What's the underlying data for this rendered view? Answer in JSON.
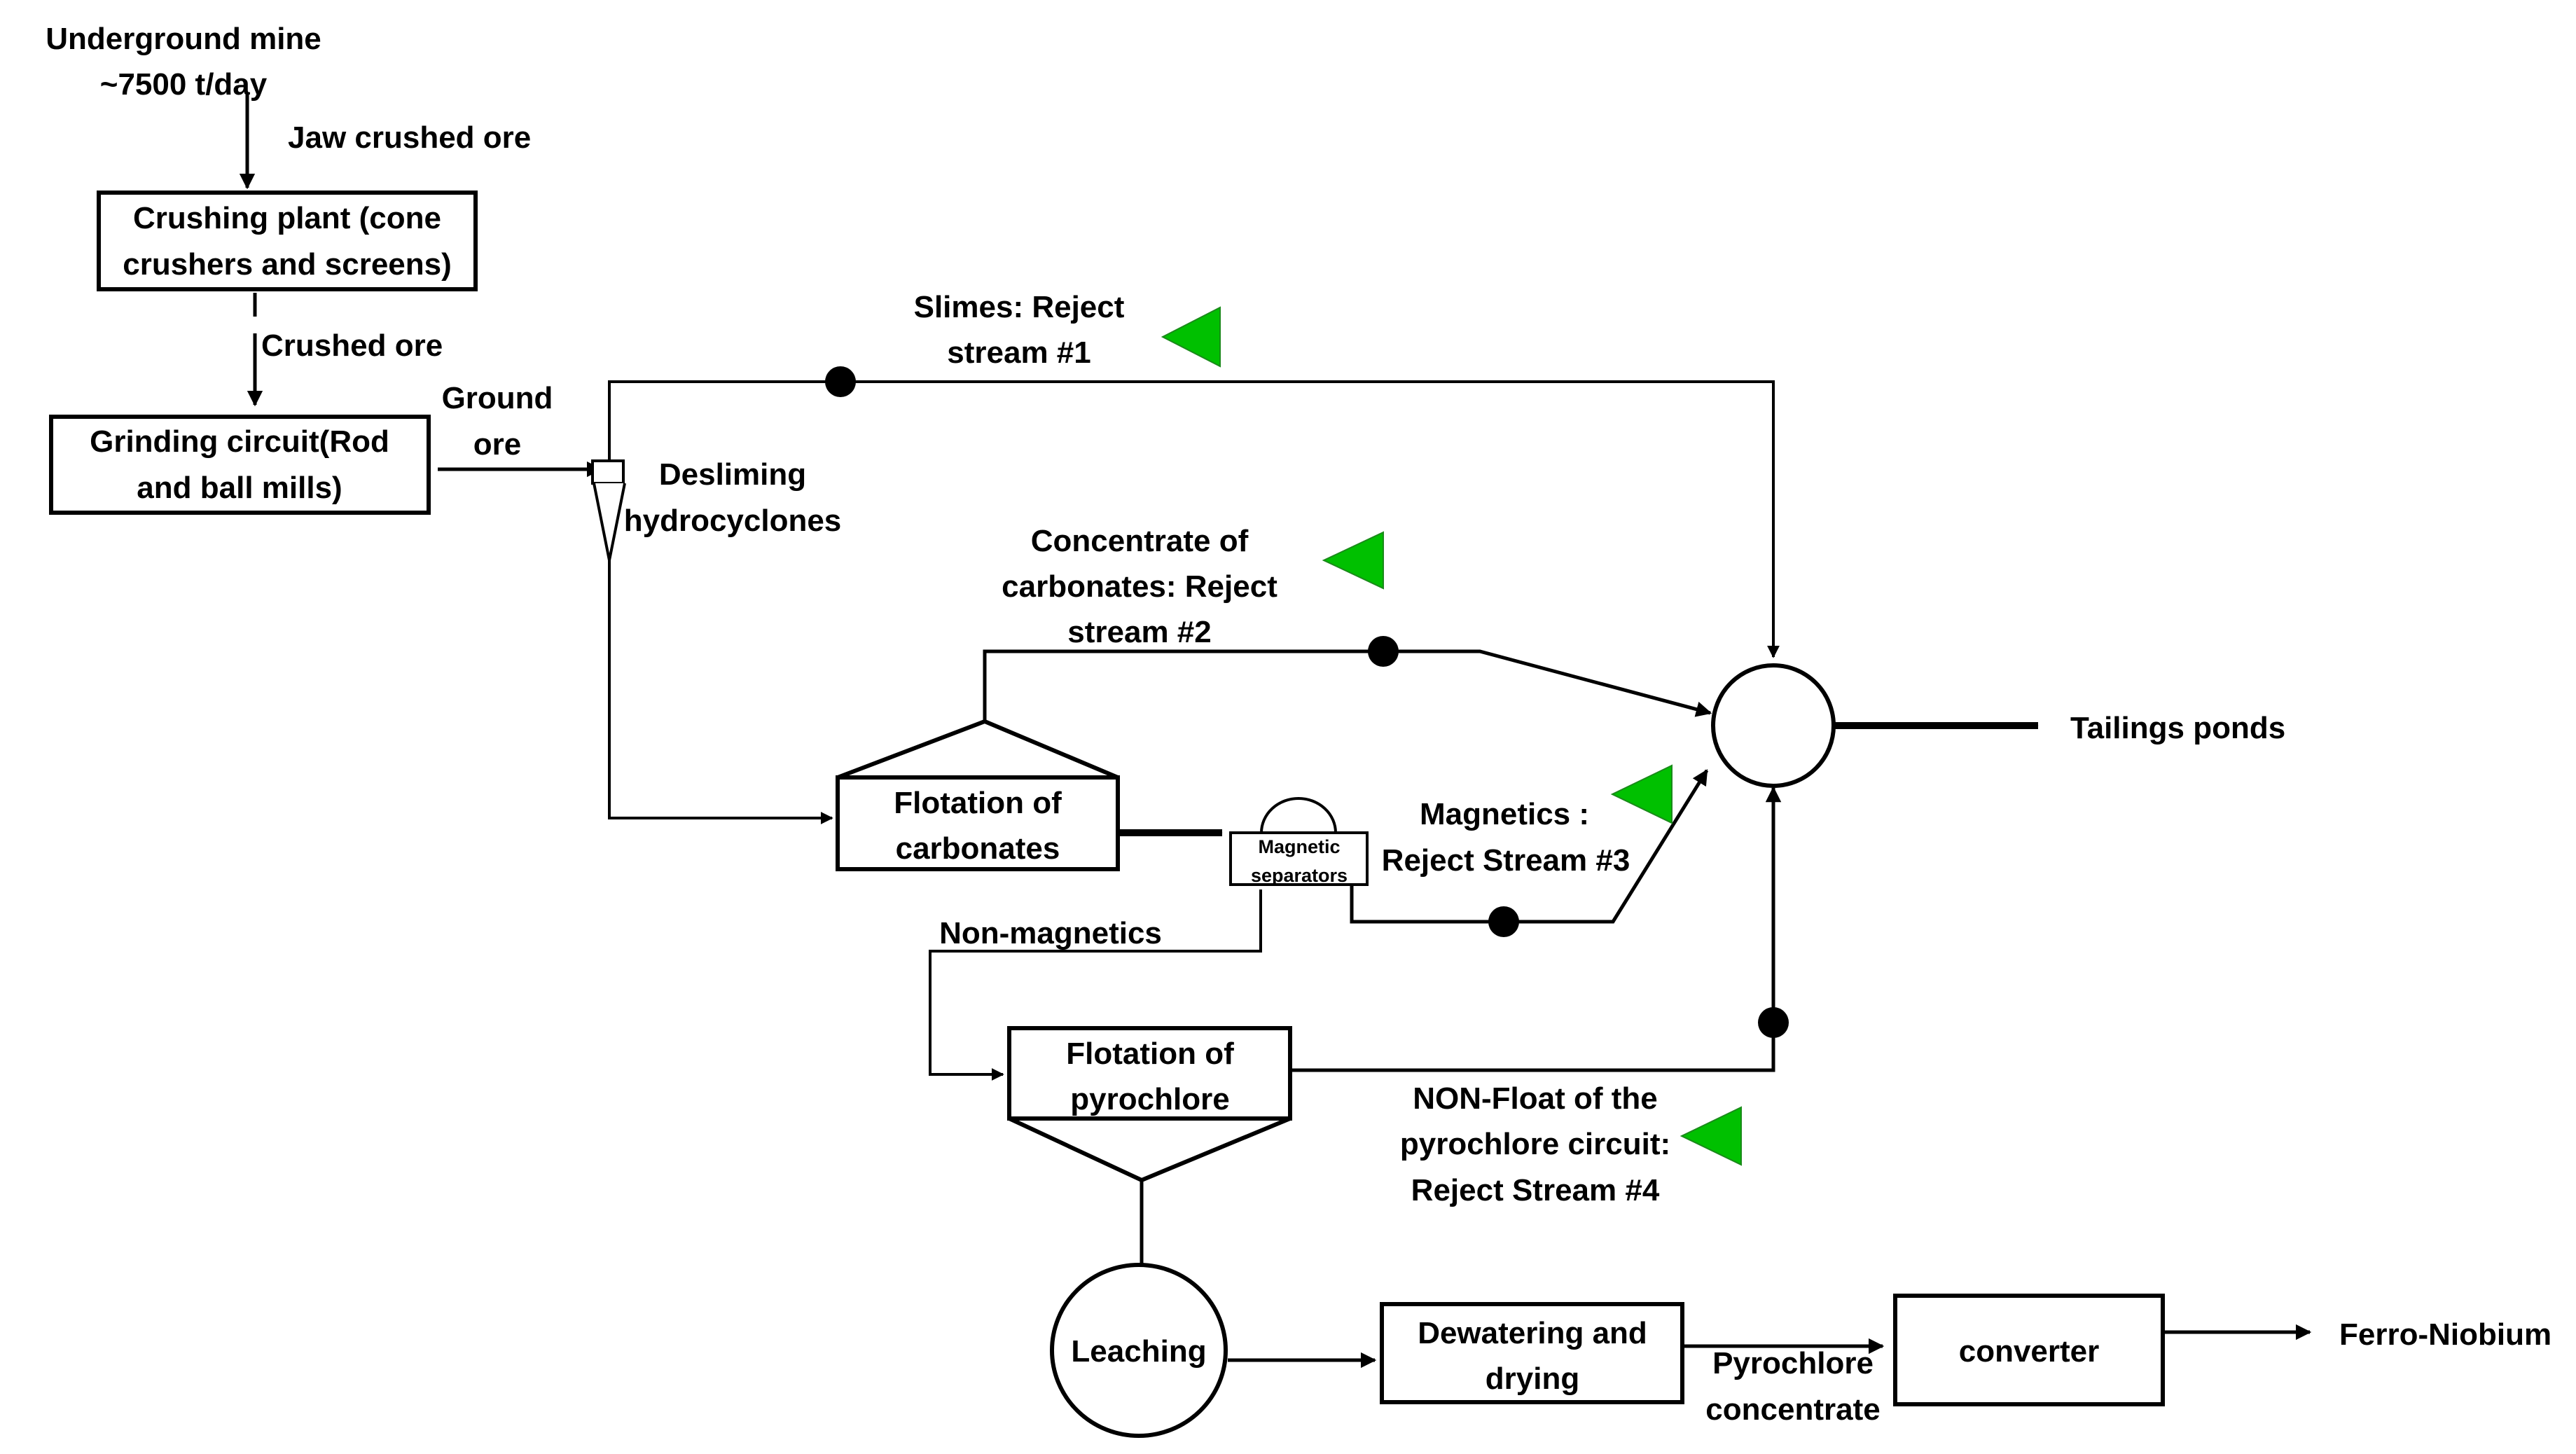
{
  "nodes": {
    "mine": [
      "Underground mine",
      "~7500 t/day"
    ],
    "crushing_plant": [
      "Crushing plant (cone",
      "crushers and screens)"
    ],
    "grinding_circuit": [
      "Grinding circuit(Rod",
      "and ball mills)"
    ],
    "desliming": [
      "Desliming",
      "hydrocyclones"
    ],
    "flotation_carbonates": [
      "Flotation of",
      "carbonates"
    ],
    "magnetic_separators": [
      "Magnetic",
      "separators"
    ],
    "flotation_pyrochlore": [
      "Flotation of",
      "pyrochlore"
    ],
    "leaching": "Leaching",
    "dewatering": [
      "Dewatering and",
      "drying"
    ],
    "converter": "converter",
    "tailings": "Tailings ponds",
    "ferro_niobium": "Ferro-Niobium"
  },
  "streams": {
    "jaw_crushed": "Jaw crushed ore",
    "crushed_ore": "Crushed ore",
    "ground_ore": [
      "Ground",
      "ore"
    ],
    "slimes": [
      "Slimes: Reject",
      "stream #1"
    ],
    "carbonates_reject": [
      "Concentrate of",
      "carbonates: Reject",
      "stream #2"
    ],
    "magnetics_reject": [
      "Magnetics :",
      "Reject Stream #3"
    ],
    "non_magnetics": "Non-magnetics",
    "non_float": [
      "NON-Float  of the",
      "pyrochlore circuit:",
      "Reject Stream #4"
    ],
    "pyrochlore_concentrate": [
      "Pyrochlore",
      "concentrate"
    ]
  },
  "colors": {
    "line": "#000000",
    "reject_flag": "#00c000",
    "reject_flag_border": "#1a8a1a",
    "background": "#ffffff"
  },
  "icons": {
    "reject_marker": "green-pentagon-flag-icon",
    "sample_point": "black-dot-icon"
  }
}
